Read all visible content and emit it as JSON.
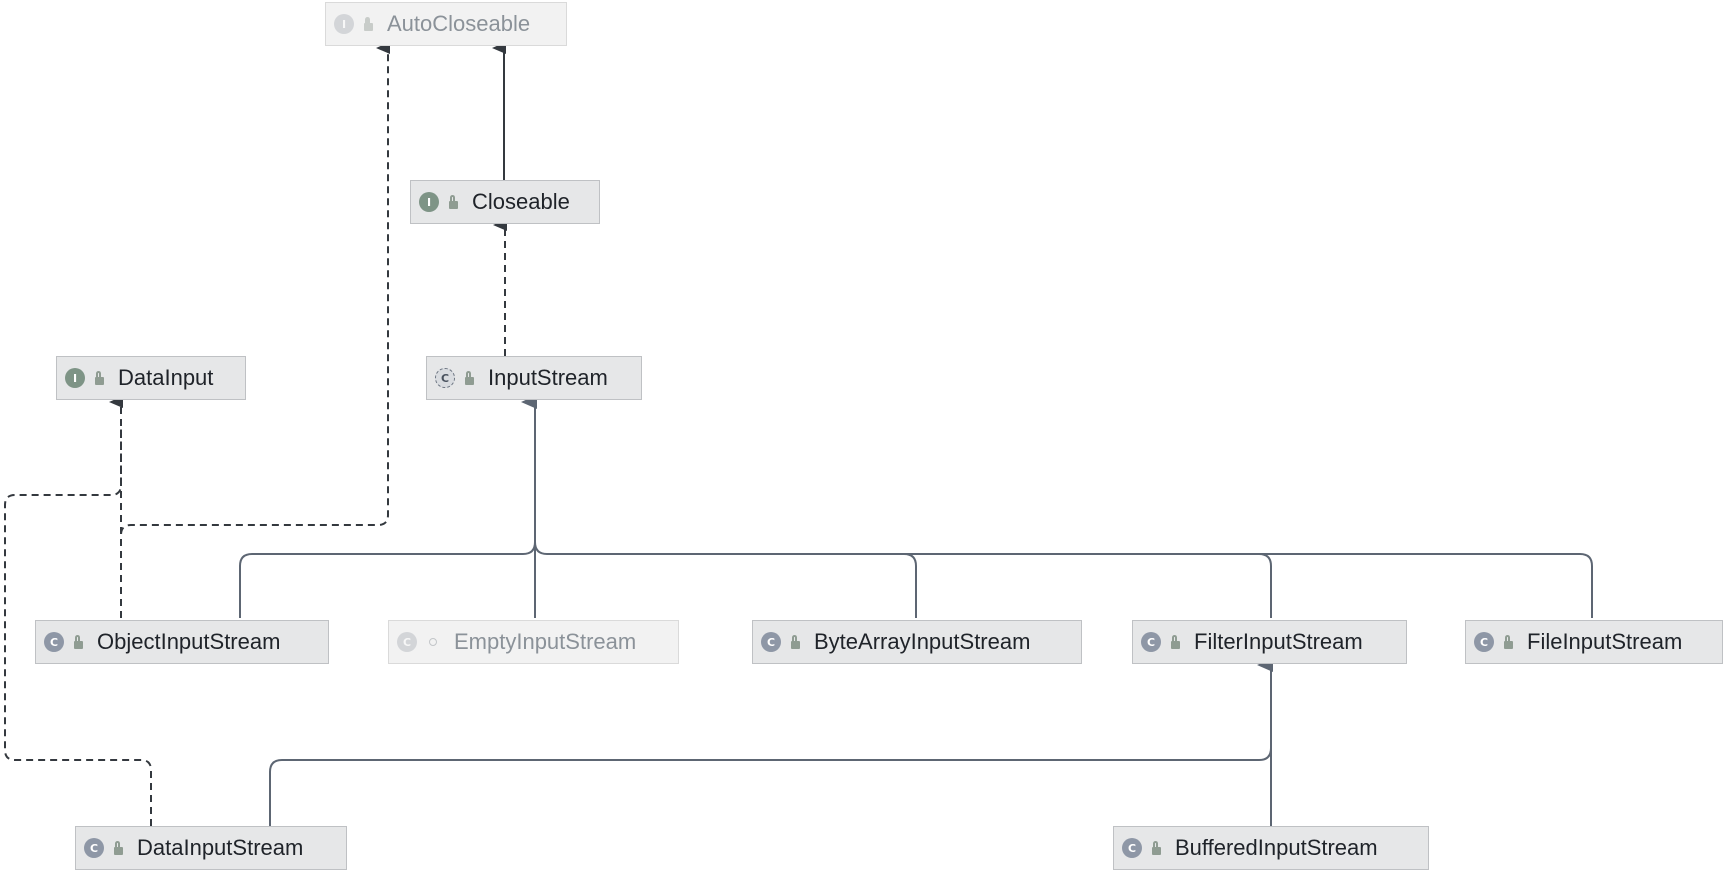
{
  "diagram": {
    "nodes": [
      {
        "id": "autocloseable",
        "label": "AutoCloseable",
        "kind": "interface",
        "kind_letter": "I",
        "faded": true
      },
      {
        "id": "closeable",
        "label": "Closeable",
        "kind": "interface",
        "kind_letter": "I",
        "faded": false
      },
      {
        "id": "datainput",
        "label": "DataInput",
        "kind": "interface",
        "kind_letter": "I",
        "faded": false
      },
      {
        "id": "inputstream",
        "label": "InputStream",
        "kind": "abstract-class",
        "kind_letter": "C",
        "faded": false
      },
      {
        "id": "objectinputstream",
        "label": "ObjectInputStream",
        "kind": "class",
        "kind_letter": "C",
        "faded": false
      },
      {
        "id": "emptyinputstream",
        "label": "EmptyInputStream",
        "kind": "class",
        "kind_letter": "C",
        "faded": true
      },
      {
        "id": "bytearrayinputstream",
        "label": "ByteArrayInputStream",
        "kind": "class",
        "kind_letter": "C",
        "faded": false
      },
      {
        "id": "filterinputstream",
        "label": "FilterInputStream",
        "kind": "class",
        "kind_letter": "C",
        "faded": false
      },
      {
        "id": "fileinputstream",
        "label": "FileInputStream",
        "kind": "class",
        "kind_letter": "C",
        "faded": false
      },
      {
        "id": "datainputstream",
        "label": "DataInputStream",
        "kind": "class",
        "kind_letter": "C",
        "faded": false
      },
      {
        "id": "bufferedinputstream",
        "label": "BufferedInputStream",
        "kind": "class",
        "kind_letter": "C",
        "faded": false
      }
    ],
    "edges": [
      {
        "from": "closeable",
        "to": "autocloseable",
        "relation": "extends"
      },
      {
        "from": "inputstream",
        "to": "closeable",
        "relation": "implements"
      },
      {
        "from": "objectinputstream",
        "to": "autocloseable",
        "relation": "implements"
      },
      {
        "from": "objectinputstream",
        "to": "datainput",
        "relation": "implements"
      },
      {
        "from": "datainputstream",
        "to": "datainput",
        "relation": "implements"
      },
      {
        "from": "objectinputstream",
        "to": "inputstream",
        "relation": "extends"
      },
      {
        "from": "emptyinputstream",
        "to": "inputstream",
        "relation": "extends"
      },
      {
        "from": "bytearrayinputstream",
        "to": "inputstream",
        "relation": "extends"
      },
      {
        "from": "filterinputstream",
        "to": "inputstream",
        "relation": "extends"
      },
      {
        "from": "fileinputstream",
        "to": "inputstream",
        "relation": "extends"
      },
      {
        "from": "datainputstream",
        "to": "filterinputstream",
        "relation": "extends"
      },
      {
        "from": "bufferedinputstream",
        "to": "filterinputstream",
        "relation": "extends"
      }
    ],
    "colors": {
      "implements_line": "#34393f",
      "extends_line": "#5d6673",
      "faded_line": "#9aa0a6"
    }
  }
}
